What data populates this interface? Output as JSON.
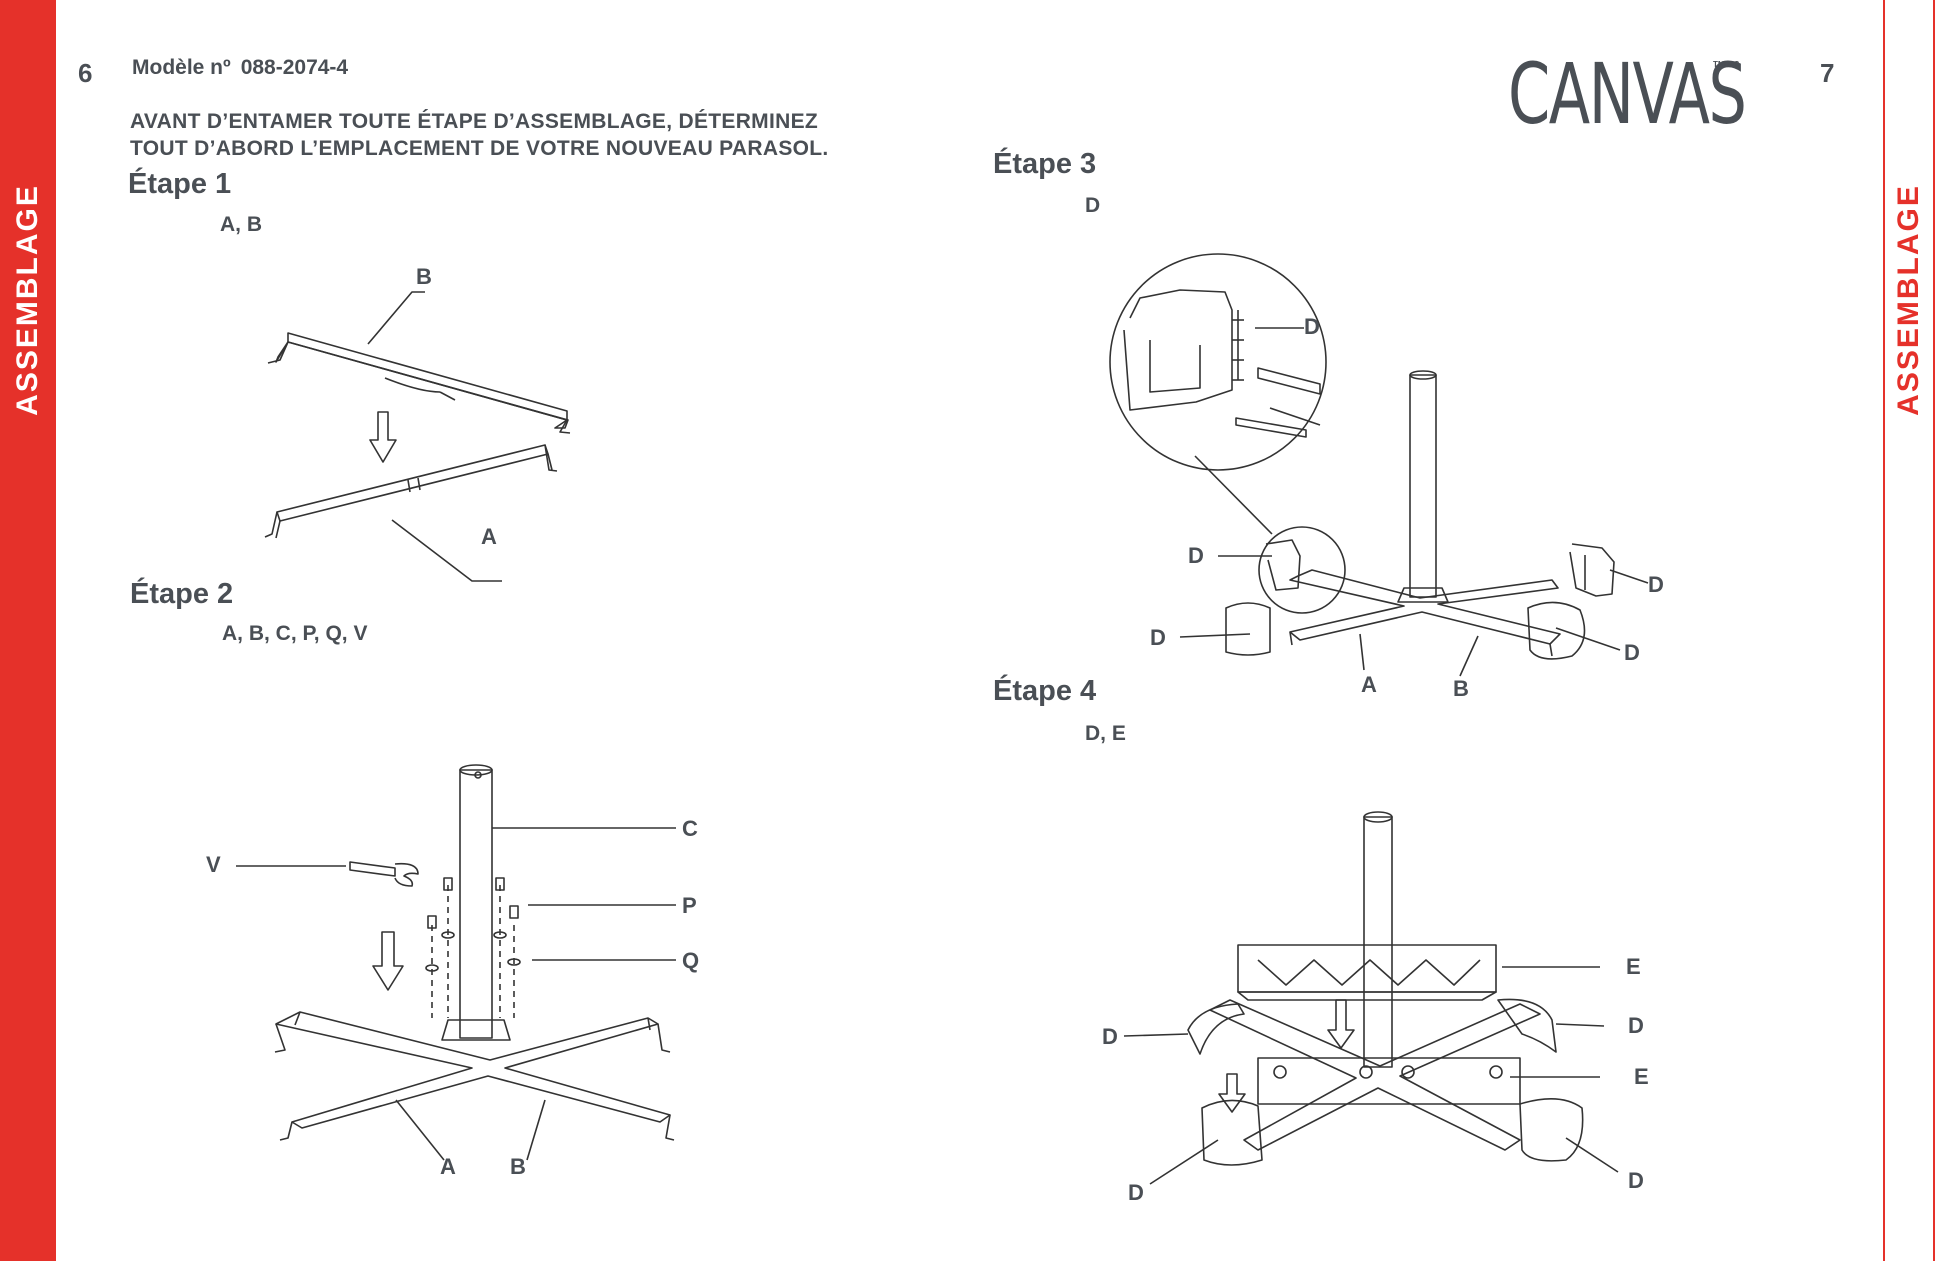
{
  "sidebar": {
    "left_label": "ASSEMBLAGE",
    "right_label": "ASSEMBLAGE"
  },
  "page_left_number": "6",
  "page_right_number": "7",
  "model": {
    "label": "Modèle nº",
    "number": "088-2074-4"
  },
  "intro": {
    "line1": "AVANT D’ENTAMER TOUTE ÉTAPE D’ASSEMBLAGE, DÉTERMINEZ",
    "line2": "TOUT D’ABORD L’EMPLACEMENT DE VOTRE NOUVEAU PARASOL."
  },
  "brand": {
    "logo": "CANVAS",
    "tm": "TM/MC"
  },
  "steps": [
    {
      "title": "Étape 1",
      "parts": "A, B"
    },
    {
      "title": "Étape 2",
      "parts": "A, B, C, P, Q, V"
    },
    {
      "title": "Étape 3",
      "parts": "D"
    },
    {
      "title": "Étape 4",
      "parts": "D, E"
    }
  ],
  "callouts": {
    "step1": [
      "B",
      "A"
    ],
    "step2": [
      "C",
      "V",
      "P",
      "Q",
      "A",
      "B"
    ],
    "step3": [
      "D",
      "D",
      "D",
      "D",
      "D",
      "A",
      "B"
    ],
    "step4": [
      "E",
      "D",
      "D",
      "E",
      "D",
      "D"
    ]
  },
  "colors": {
    "accent": "#e5312a",
    "text": "#4a4f55",
    "line": "#333333"
  }
}
